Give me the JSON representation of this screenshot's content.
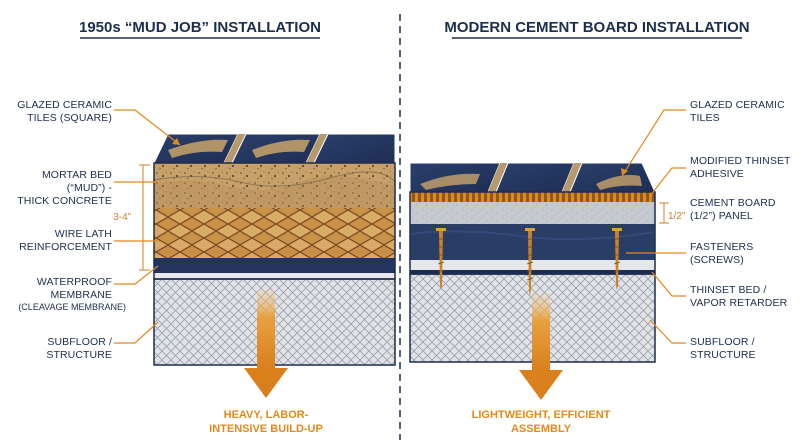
{
  "colors": {
    "navy": "#1c2d4e",
    "accent_orange": "#e08a1e",
    "tile": "#23355e",
    "mortar": "#c9a46a",
    "cement_board": "#c9ccd1",
    "subfloor": "#dfe1e4"
  },
  "left": {
    "title": "1950s “MUD JOB” INSTALLATION",
    "labels": {
      "tiles": [
        "GLAZED CERAMIC",
        "TILES (SQUARE)"
      ],
      "mortar": [
        "MORTAR BED",
        "(“MUD”) -",
        "THICK CONCRETE"
      ],
      "lath": [
        "WIRE LATH",
        "REINFORCEMENT"
      ],
      "membrane": [
        "WATERPROOF",
        "MEMBRANE"
      ],
      "membrane_note": "(CLEAVAGE MEMBRANE)",
      "subfloor": [
        "SUBFLOOR /",
        "STRUCTURE"
      ]
    },
    "dimension": "3-4”",
    "bottom": [
      "HEAVY, LABOR-",
      "INTENSIVE BUILD-UP"
    ]
  },
  "right": {
    "title": "MODERN CEMENT BOARD INSTALLATION",
    "labels": {
      "tiles": [
        "GLAZED CERAMIC",
        "TILES"
      ],
      "thinset": [
        "MODIFIED THINSET",
        "ADHESIVE"
      ],
      "board": [
        "CEMENT BOARD",
        "(1/2”) PANEL"
      ],
      "fasteners": [
        "FASTENERS",
        "(SCREWS)"
      ],
      "vapor": [
        "THINSET BED /",
        "VAPOR RETARDER"
      ],
      "subfloor": [
        "SUBFLOOR /",
        "STRUCTURE"
      ]
    },
    "dimension": "1/2”",
    "bottom": [
      "LIGHTWEIGHT, EFFICIENT",
      "ASSEMBLY"
    ]
  }
}
